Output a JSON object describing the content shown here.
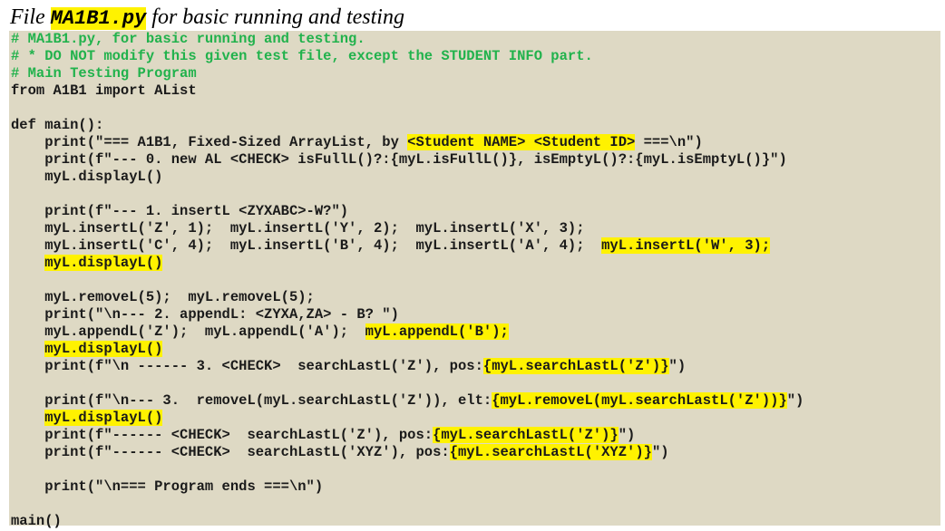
{
  "title": {
    "prefix": "File ",
    "filename": "MA1B1.py",
    "suffix": " for basic running and testing"
  },
  "code": {
    "lines": [
      {
        "cls": "cm",
        "segs": [
          {
            "t": "# MA1B1.py, for basic running and testing."
          }
        ]
      },
      {
        "cls": "cm",
        "segs": [
          {
            "t": "# * DO NOT modify this given test file, except the STUDENT INFO part."
          }
        ]
      },
      {
        "cls": "cm",
        "segs": [
          {
            "t": "# Main Testing Program"
          }
        ]
      },
      {
        "cls": "",
        "segs": [
          {
            "t": "from A1B1 import AList"
          }
        ]
      },
      {
        "cls": "",
        "segs": [
          {
            "t": ""
          }
        ]
      },
      {
        "cls": "",
        "segs": [
          {
            "t": "def main():"
          }
        ]
      },
      {
        "cls": "",
        "segs": [
          {
            "t": "    print(\"=== A1B1, Fixed-Sized ArrayList, by "
          },
          {
            "t": "<Student NAME> <Student ID>",
            "hl": true
          },
          {
            "t": " ===\\n\")"
          }
        ]
      },
      {
        "cls": "",
        "segs": [
          {
            "t": "    print(f\"--- 0. new AL <CHECK> isFullL()?:{myL.isFullL()}, isEmptyL()?:{myL.isEmptyL()}\")"
          }
        ]
      },
      {
        "cls": "",
        "segs": [
          {
            "t": "    myL.displayL()"
          }
        ]
      },
      {
        "cls": "",
        "segs": [
          {
            "t": ""
          }
        ]
      },
      {
        "cls": "",
        "segs": [
          {
            "t": "    print(f\"--- 1. insertL <ZYXABC>-W?\")"
          }
        ]
      },
      {
        "cls": "",
        "segs": [
          {
            "t": "    myL.insertL('Z', 1);  myL.insertL('Y', 2);  myL.insertL('X', 3);"
          }
        ]
      },
      {
        "cls": "",
        "segs": [
          {
            "t": "    myL.insertL('C', 4);  myL.insertL('B', 4);  myL.insertL('A', 4);  "
          },
          {
            "t": "myL.insertL('W', 3);",
            "hl": true
          }
        ]
      },
      {
        "cls": "",
        "segs": [
          {
            "t": "    "
          },
          {
            "t": "myL.displayL()",
            "hl": true
          }
        ]
      },
      {
        "cls": "",
        "segs": [
          {
            "t": ""
          }
        ]
      },
      {
        "cls": "",
        "segs": [
          {
            "t": "    myL.removeL(5);  myL.removeL(5);"
          }
        ]
      },
      {
        "cls": "",
        "segs": [
          {
            "t": "    print(\"\\n--- 2. appendL: <ZYXA,ZA> - B? \")"
          }
        ]
      },
      {
        "cls": "",
        "segs": [
          {
            "t": "    myL.appendL('Z');  myL.appendL('A');  "
          },
          {
            "t": "myL.appendL('B');",
            "hl": true
          }
        ]
      },
      {
        "cls": "",
        "segs": [
          {
            "t": "    "
          },
          {
            "t": "myL.displayL()",
            "hl": true
          }
        ]
      },
      {
        "cls": "",
        "segs": [
          {
            "t": "    print(f\"\\n ------ 3. <CHECK>  searchLastL('Z'), pos:"
          },
          {
            "t": "{myL.searchLastL('Z')}",
            "hl": true
          },
          {
            "t": "\")"
          }
        ]
      },
      {
        "cls": "",
        "segs": [
          {
            "t": ""
          }
        ]
      },
      {
        "cls": "",
        "segs": [
          {
            "t": "    print(f\"\\n--- 3.  removeL(myL.searchLastL('Z')), elt:"
          },
          {
            "t": "{myL.removeL(myL.searchLastL('Z'))}",
            "hl": true
          },
          {
            "t": "\")"
          }
        ]
      },
      {
        "cls": "",
        "segs": [
          {
            "t": "    "
          },
          {
            "t": "myL.displayL()",
            "hl": true
          }
        ]
      },
      {
        "cls": "",
        "segs": [
          {
            "t": "    print(f\"------ <CHECK>  searchLastL('Z'), pos:"
          },
          {
            "t": "{myL.searchLastL('Z')}",
            "hl": true
          },
          {
            "t": "\")"
          }
        ]
      },
      {
        "cls": "",
        "segs": [
          {
            "t": "    print(f\"------ <CHECK>  searchLastL('XYZ'), pos:"
          },
          {
            "t": "{myL.searchLastL('XYZ')}",
            "hl": true
          },
          {
            "t": "\")"
          }
        ]
      },
      {
        "cls": "",
        "segs": [
          {
            "t": ""
          }
        ]
      },
      {
        "cls": "",
        "segs": [
          {
            "t": "    print(\"\\n=== Program ends ===\\n\")"
          }
        ]
      },
      {
        "cls": "",
        "segs": [
          {
            "t": ""
          }
        ]
      },
      {
        "cls": "",
        "segs": [
          {
            "t": "main()"
          }
        ]
      }
    ]
  }
}
